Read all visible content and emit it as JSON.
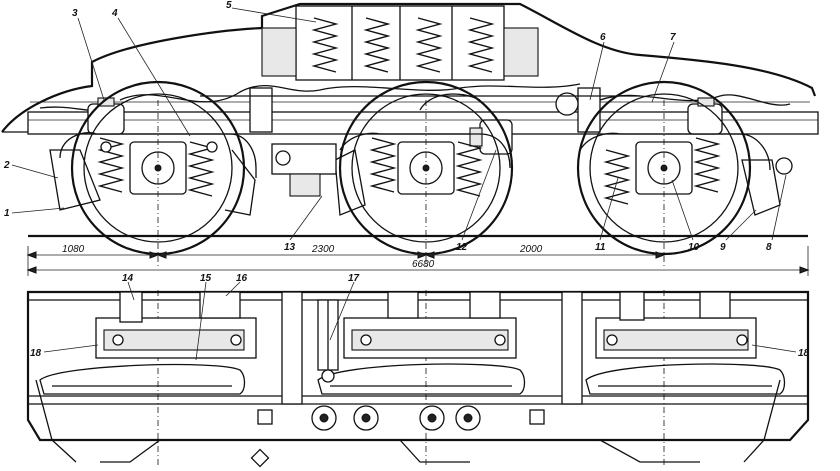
{
  "labels": {
    "l1": "1",
    "l2": "2",
    "l3": "3",
    "l4": "4",
    "l5": "5",
    "l6": "6",
    "l7": "7",
    "l8": "8",
    "l9": "9",
    "l10": "10",
    "l11": "11",
    "l12": "12",
    "l13": "13",
    "l14": "14",
    "l15": "15",
    "l16": "16",
    "l17": "17",
    "l18a": "18",
    "l18b": "18"
  },
  "dimensions": {
    "d1080": "1080",
    "d2300": "2300",
    "d2000": "2000",
    "d6680": "6680"
  }
}
